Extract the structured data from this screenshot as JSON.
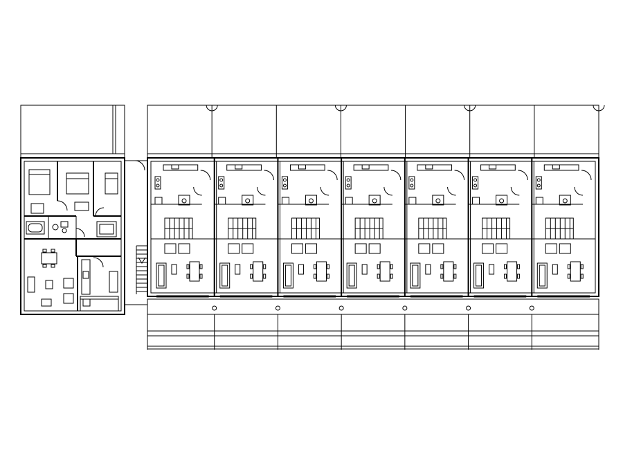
{
  "drawing": {
    "kind": "architectural-floor-plan",
    "line_color": "#000000",
    "background": "#ffffff",
    "left_block": {
      "rooms": [
        "bedroom",
        "bedroom",
        "bedroom",
        "bathroom",
        "wc",
        "hall",
        "living-dining",
        "kitchen",
        "utility"
      ]
    },
    "terrace": {
      "unit_count": 7,
      "unit_rooms": [
        "kitchen",
        "wc",
        "stair",
        "living",
        "dining"
      ]
    },
    "has_external_stair": true,
    "has_front_gardens": true,
    "has_rear_terrace": true
  }
}
